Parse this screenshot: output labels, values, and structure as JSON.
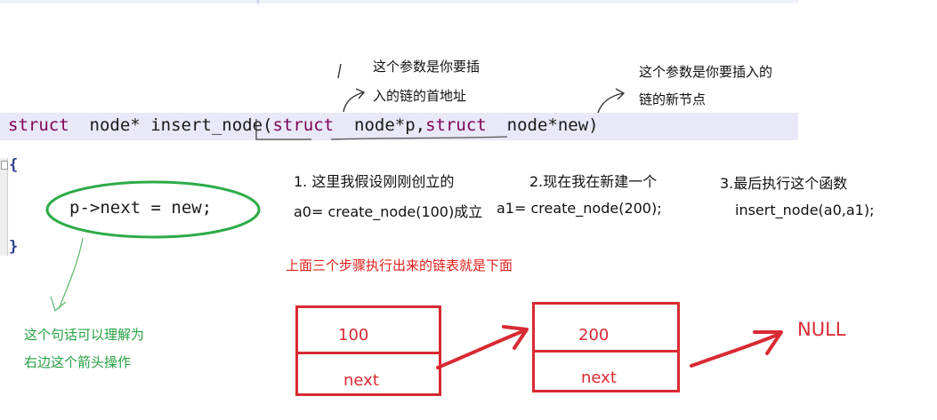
{
  "code": {
    "signature": {
      "kw_struct_1": "struct",
      "type_1": "node*",
      "func_name": "insert_node",
      "open_paren": "(",
      "kw_struct_2": "struct",
      "param_1": "node*p,",
      "kw_struct_3": "struct",
      "param_2": "node*new)"
    },
    "open_brace": "{",
    "body_line": "p->next = new;",
    "close_brace": "}"
  },
  "annotations": {
    "param_p_note": [
      "这个参数是你要插",
      "入的链的首地址"
    ],
    "param_new_note": [
      "这个参数是你要插入的",
      "链的新节点"
    ],
    "green_note": [
      "这个句话可以理解为",
      "右边这个箭头操作"
    ]
  },
  "steps": {
    "step1_title": "1.  这里我假设刚刚创立的",
    "step1_code": "a0= create_node(100)成立",
    "step2_title": "2.现在我在新建一个",
    "step2_code": "a1= create_node(200);",
    "step3_title": "3.最后执行这个函数",
    "step3_code": "insert_node(a0,a1);"
  },
  "result_caption": "上面三个步骤执行出来的链表就是下面",
  "list": {
    "node1_value": "100",
    "node1_next": "next",
    "node2_value": "200",
    "node2_next": "next",
    "terminal": "NULL"
  },
  "colors": {
    "keyword": "#7f0055",
    "code_band": "#e8e8f8",
    "red": "#e0201b",
    "box_red": "#d82a32",
    "green": "#27a043"
  }
}
